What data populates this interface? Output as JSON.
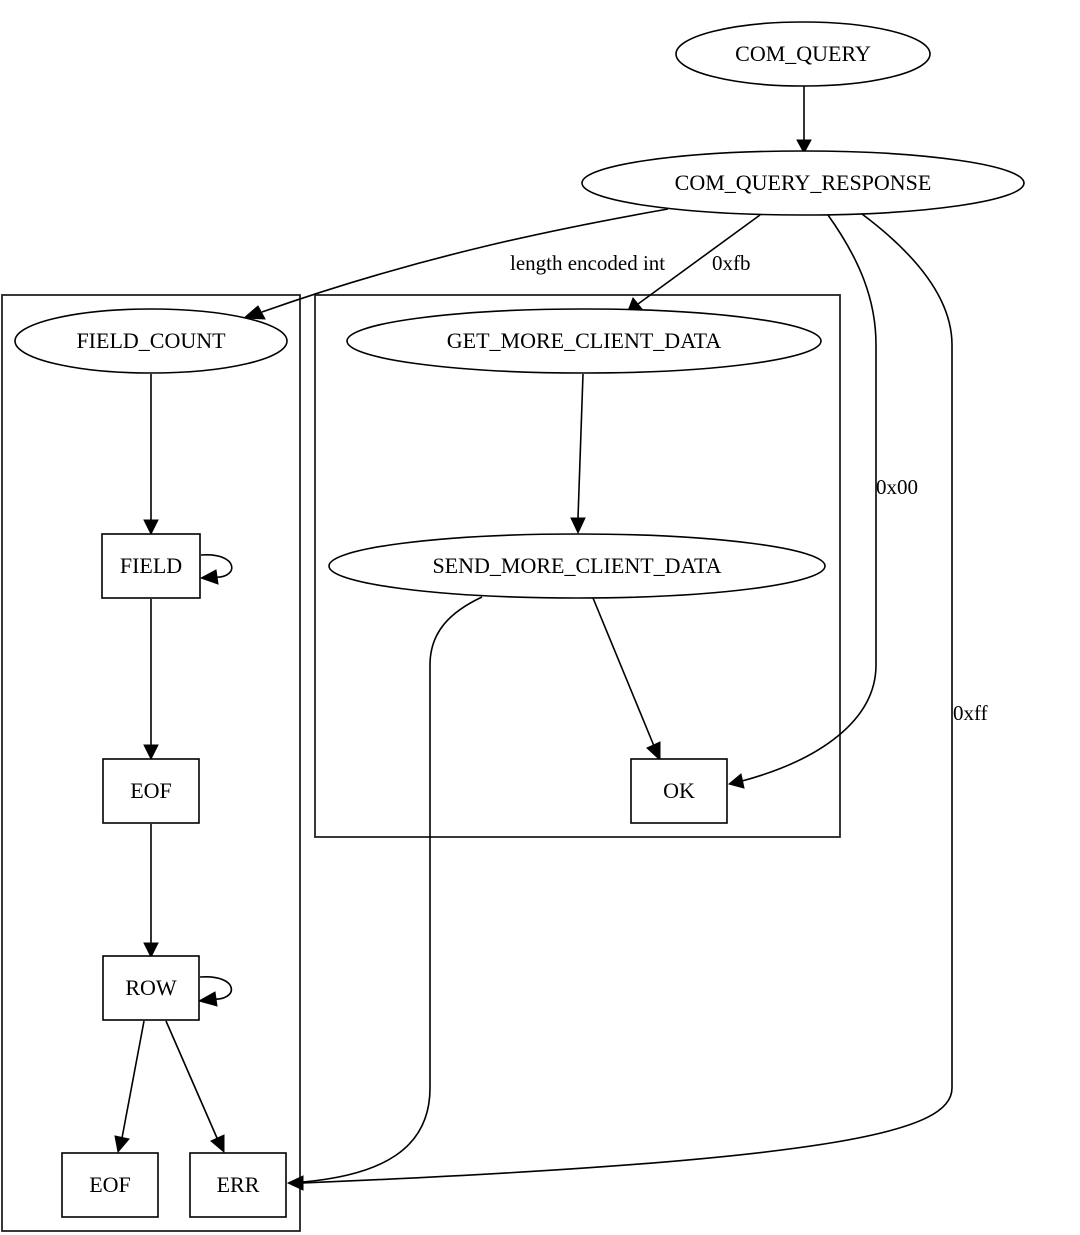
{
  "title": "COM_QUERY response state machine",
  "colors": {
    "stroke": "#000000",
    "background": "#ffffff",
    "cluster": "#222222"
  },
  "nodes": [
    {
      "id": "com_query",
      "label": "COM_QUERY",
      "shape": "ellipse"
    },
    {
      "id": "com_query_response",
      "label": "COM_QUERY_RESPONSE",
      "shape": "ellipse"
    },
    {
      "id": "field_count",
      "label": "FIELD_COUNT",
      "shape": "ellipse",
      "cluster": "resultset"
    },
    {
      "id": "field",
      "label": "FIELD",
      "shape": "box",
      "cluster": "resultset"
    },
    {
      "id": "eof1",
      "label": "EOF",
      "shape": "box",
      "cluster": "resultset"
    },
    {
      "id": "row",
      "label": "ROW",
      "shape": "box",
      "cluster": "resultset"
    },
    {
      "id": "eof2",
      "label": "EOF",
      "shape": "box",
      "cluster": "resultset"
    },
    {
      "id": "err",
      "label": "ERR",
      "shape": "box",
      "cluster": "resultset"
    },
    {
      "id": "get_more",
      "label": "GET_MORE_CLIENT_DATA",
      "shape": "ellipse",
      "cluster": "local_infile"
    },
    {
      "id": "send_more",
      "label": "SEND_MORE_CLIENT_DATA",
      "shape": "ellipse",
      "cluster": "local_infile"
    },
    {
      "id": "ok",
      "label": "OK",
      "shape": "box",
      "cluster": "local_infile"
    }
  ],
  "clusters": [
    {
      "id": "resultset"
    },
    {
      "id": "local_infile"
    }
  ],
  "edges": [
    {
      "from": "com_query",
      "to": "com_query_response",
      "label": ""
    },
    {
      "from": "com_query_response",
      "to": "field_count",
      "label": "length encoded int"
    },
    {
      "from": "com_query_response",
      "to": "get_more",
      "label": "0xfb"
    },
    {
      "from": "com_query_response",
      "to": "ok",
      "label": "0x00"
    },
    {
      "from": "com_query_response",
      "to": "err",
      "label": "0xff"
    },
    {
      "from": "field_count",
      "to": "field",
      "label": ""
    },
    {
      "from": "field",
      "to": "field",
      "label": ""
    },
    {
      "from": "field",
      "to": "eof1",
      "label": ""
    },
    {
      "from": "eof1",
      "to": "row",
      "label": ""
    },
    {
      "from": "row",
      "to": "row",
      "label": ""
    },
    {
      "from": "row",
      "to": "eof2",
      "label": ""
    },
    {
      "from": "row",
      "to": "err",
      "label": ""
    },
    {
      "from": "get_more",
      "to": "send_more",
      "label": ""
    },
    {
      "from": "send_more",
      "to": "ok",
      "label": ""
    },
    {
      "from": "send_more",
      "to": "err",
      "label": ""
    }
  ]
}
